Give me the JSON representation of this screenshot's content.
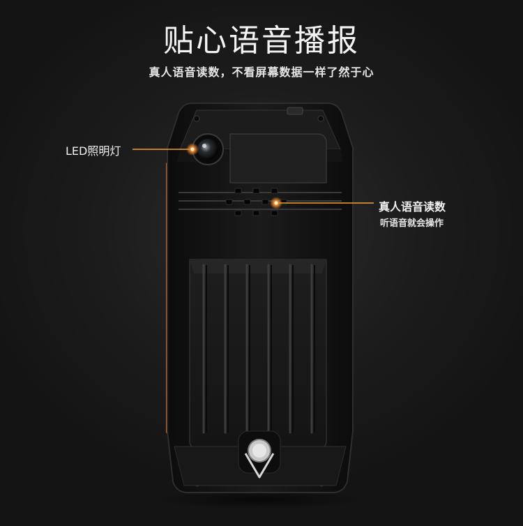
{
  "header": {
    "title": "贴心语音播报",
    "subtitle": "真人语音读数，不看屏幕数据一样了然于心"
  },
  "callouts": {
    "led_label": "LED照明灯",
    "voice_label": "真人语音读数",
    "voice_sub": "听语音就会操作"
  },
  "colors": {
    "accent": "#e8742a",
    "body": "#121212",
    "text": "#f2f2f2"
  }
}
